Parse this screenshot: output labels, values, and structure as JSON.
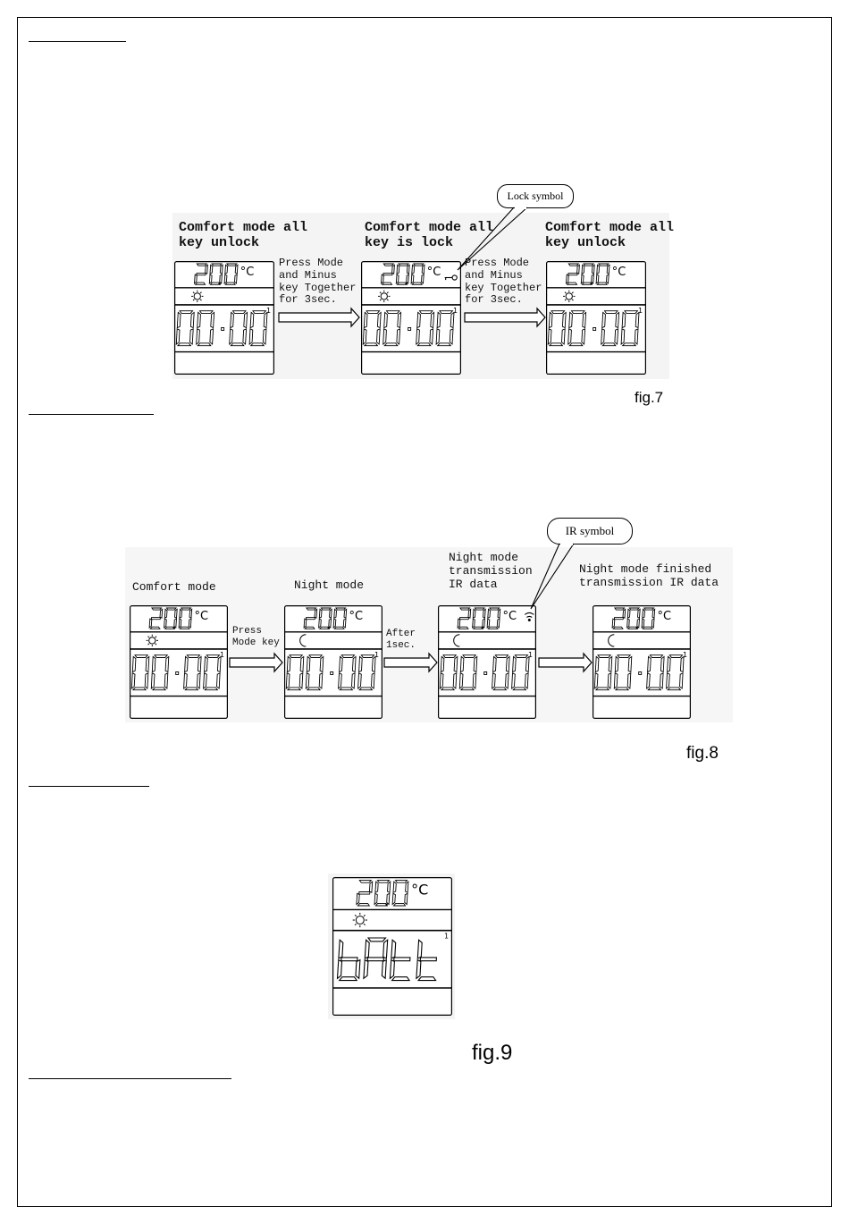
{
  "fig7": {
    "label": "fig.7",
    "callout": "Lock symbol",
    "state1": {
      "title": "Comfort mode all\nkey unlock"
    },
    "state2": {
      "title": "Comfort mode all\nkey is lock"
    },
    "state3": {
      "title": "Comfort mode all\nkey unlock"
    },
    "arrow1": "Press Mode\nand Minus\nkey Together\nfor 3sec.",
    "arrow2": "Press Mode\nand Minus\nkey Together\nfor 3sec."
  },
  "fig8": {
    "label": "fig.8",
    "callout": "IR symbol",
    "state1": {
      "title": "Comfort mode"
    },
    "state2": {
      "title": "Night mode"
    },
    "state3": {
      "title": "Night mode\ntransmission\nIR data"
    },
    "state4": {
      "title": "Night mode finished\ntransmission IR data"
    },
    "arrow1": "Press\nMode key",
    "arrow2": "After\n1sec."
  },
  "fig9": {
    "label": "fig.9"
  },
  "lcd": {
    "temperature": "20.0",
    "unit": "°C",
    "time": "00:00",
    "battery_text": "bAtt",
    "indicator": "1"
  },
  "icons": {
    "sun": "sun-icon",
    "moon": "moon-icon",
    "lock": "key-lock-icon",
    "ir": "ir-signal-icon"
  }
}
